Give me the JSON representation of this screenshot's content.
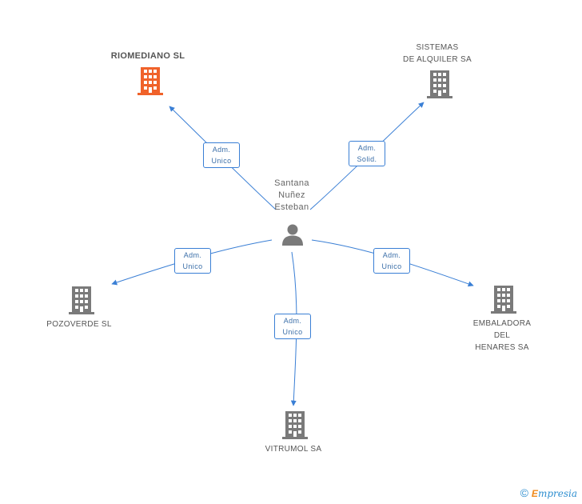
{
  "person": {
    "name_lines": [
      "Santana",
      "Nuñez",
      "Esteban"
    ]
  },
  "companies": [
    {
      "id": "riomediano",
      "lines": [
        "RIOMEDIANO SL"
      ],
      "highlight": true
    },
    {
      "id": "sistemas",
      "lines": [
        "SISTEMAS",
        "DE ALQUILER SA"
      ],
      "highlight": false
    },
    {
      "id": "pozoverde",
      "lines": [
        "POZOVERDE SL"
      ],
      "highlight": false
    },
    {
      "id": "embaladora",
      "lines": [
        "EMBALADORA",
        "DEL",
        "HENARES SA"
      ],
      "highlight": false
    },
    {
      "id": "vitrumol",
      "lines": [
        "VITRUMOL SA"
      ],
      "highlight": false
    }
  ],
  "relations": [
    {
      "to": "riomediano",
      "lines": [
        "Adm.",
        "Unico"
      ]
    },
    {
      "to": "sistemas",
      "lines": [
        "Adm.",
        "Solid."
      ]
    },
    {
      "to": "pozoverde",
      "lines": [
        "Adm.",
        "Unico"
      ]
    },
    {
      "to": "embaladora",
      "lines": [
        "Adm.",
        "Unico"
      ]
    },
    {
      "to": "vitrumol",
      "lines": [
        "Adm.",
        "Unico"
      ]
    }
  ],
  "colors": {
    "edge": "#3a7fd5",
    "building": "#7a7a7a",
    "building_highlight": "#f0622a",
    "person": "#7a7a7a"
  },
  "footer": {
    "copyright": "©",
    "brand_first": "E",
    "brand_rest": "mpresia"
  }
}
